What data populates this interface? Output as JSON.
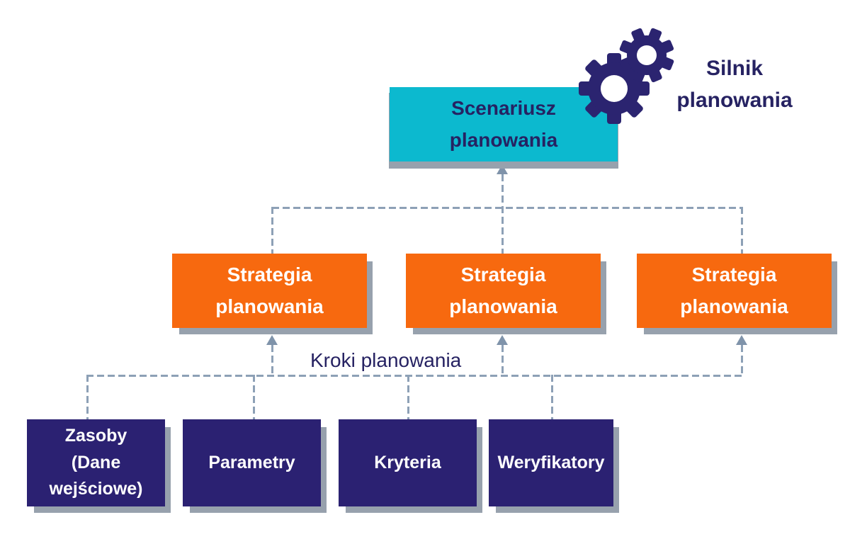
{
  "diagram": {
    "scenario_box": {
      "label": "Scenariusz\nplanowania"
    },
    "engine": {
      "label": "Silnik\nplanowania",
      "icon": "gears-icon"
    },
    "strategy_boxes": [
      {
        "label": "Strategia\nplanowania"
      },
      {
        "label": "Strategia\nplanowania"
      },
      {
        "label": "Strategia\nplanowania"
      }
    ],
    "steps_label": "Kroki planowania",
    "input_boxes": [
      {
        "label": "Zasoby\n(Dane\nwejściowe)"
      },
      {
        "label": "Parametry"
      },
      {
        "label": "Kryteria"
      },
      {
        "label": "Weryfikatory"
      }
    ]
  },
  "colors": {
    "cyan": "#0cb9cf",
    "orange": "#f7690f",
    "navy_box": "#2b2172",
    "text_navy": "#262262",
    "line": "#8da0b6",
    "line_dark": "#7f93aa",
    "shadow": "#97a1ad"
  }
}
